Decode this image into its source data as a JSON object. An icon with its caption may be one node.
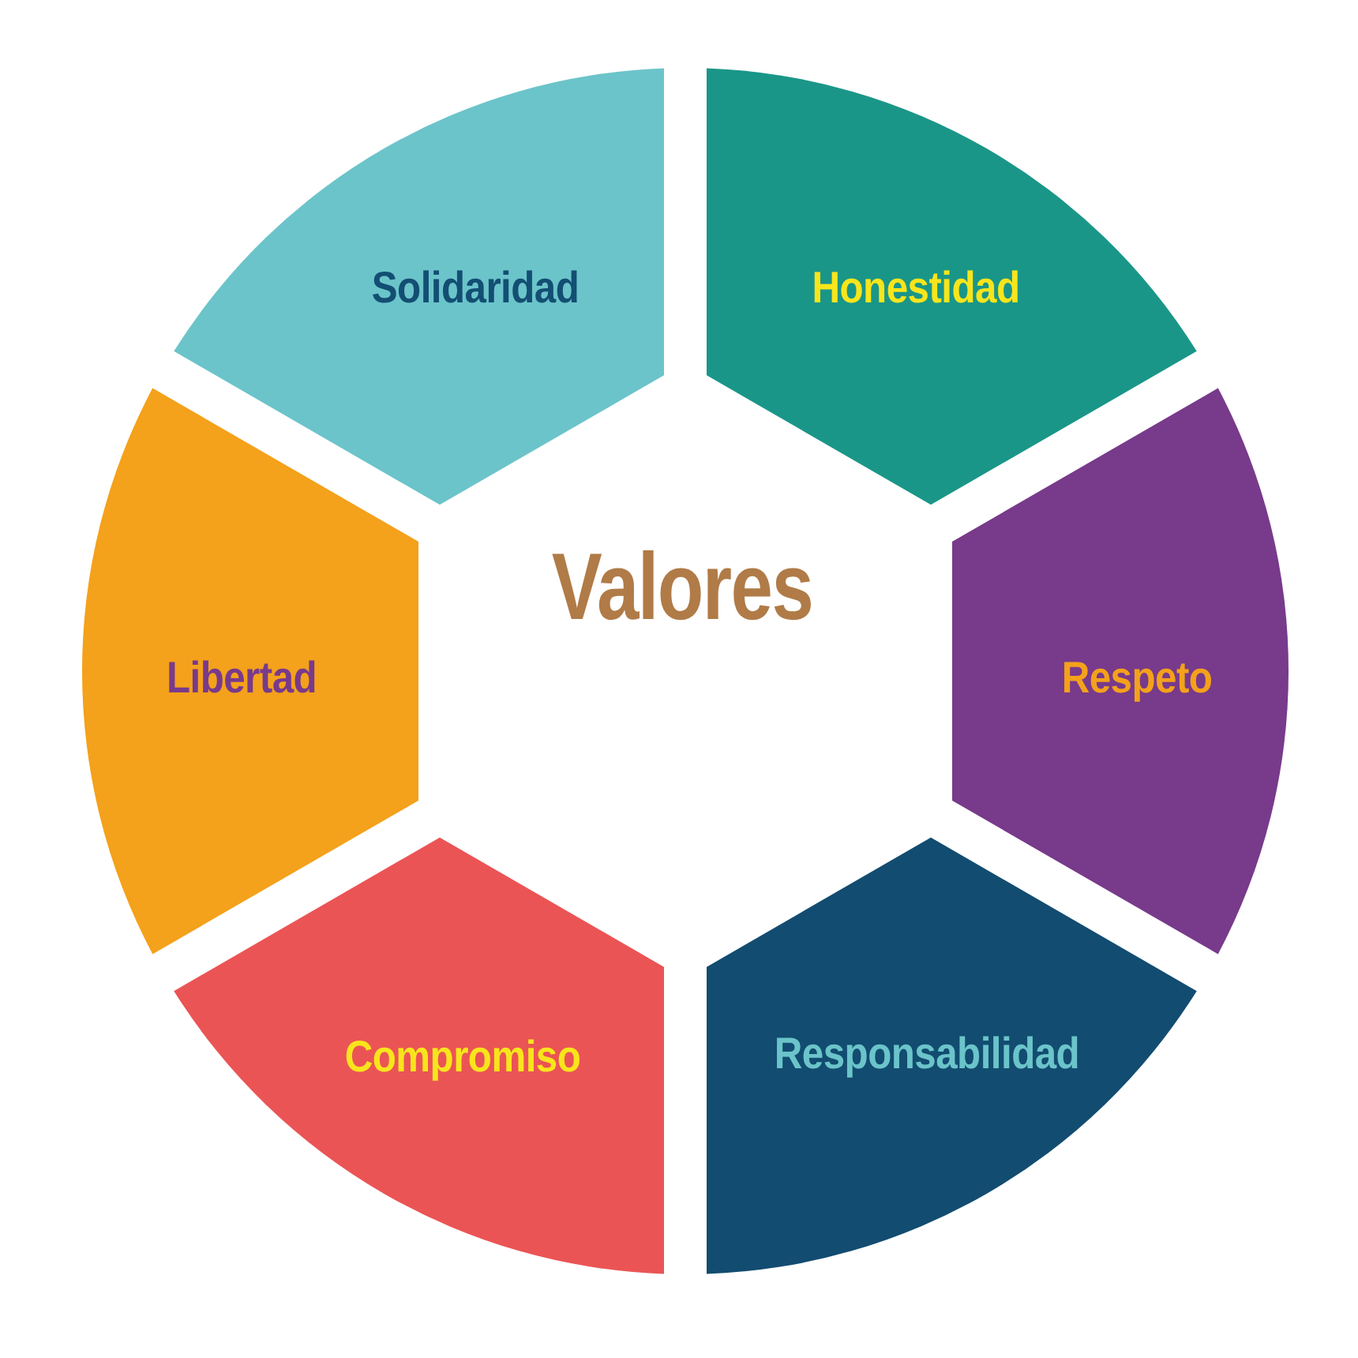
{
  "diagram": {
    "nodes": [
      {
        "text": [
          "Solidaridad"
        ]
      },
      {
        "text": [
          "Honestidad"
        ]
      },
      {
        "text": [
          "Respeto"
        ]
      },
      {
        "text": [
          "Responsabilidad"
        ]
      },
      {
        "text": [
          "Compromiso"
        ]
      },
      {
        "text": [
          "Libertad"
        ]
      }
    ],
    "labels": [
      "Valores"
    ]
  }
}
